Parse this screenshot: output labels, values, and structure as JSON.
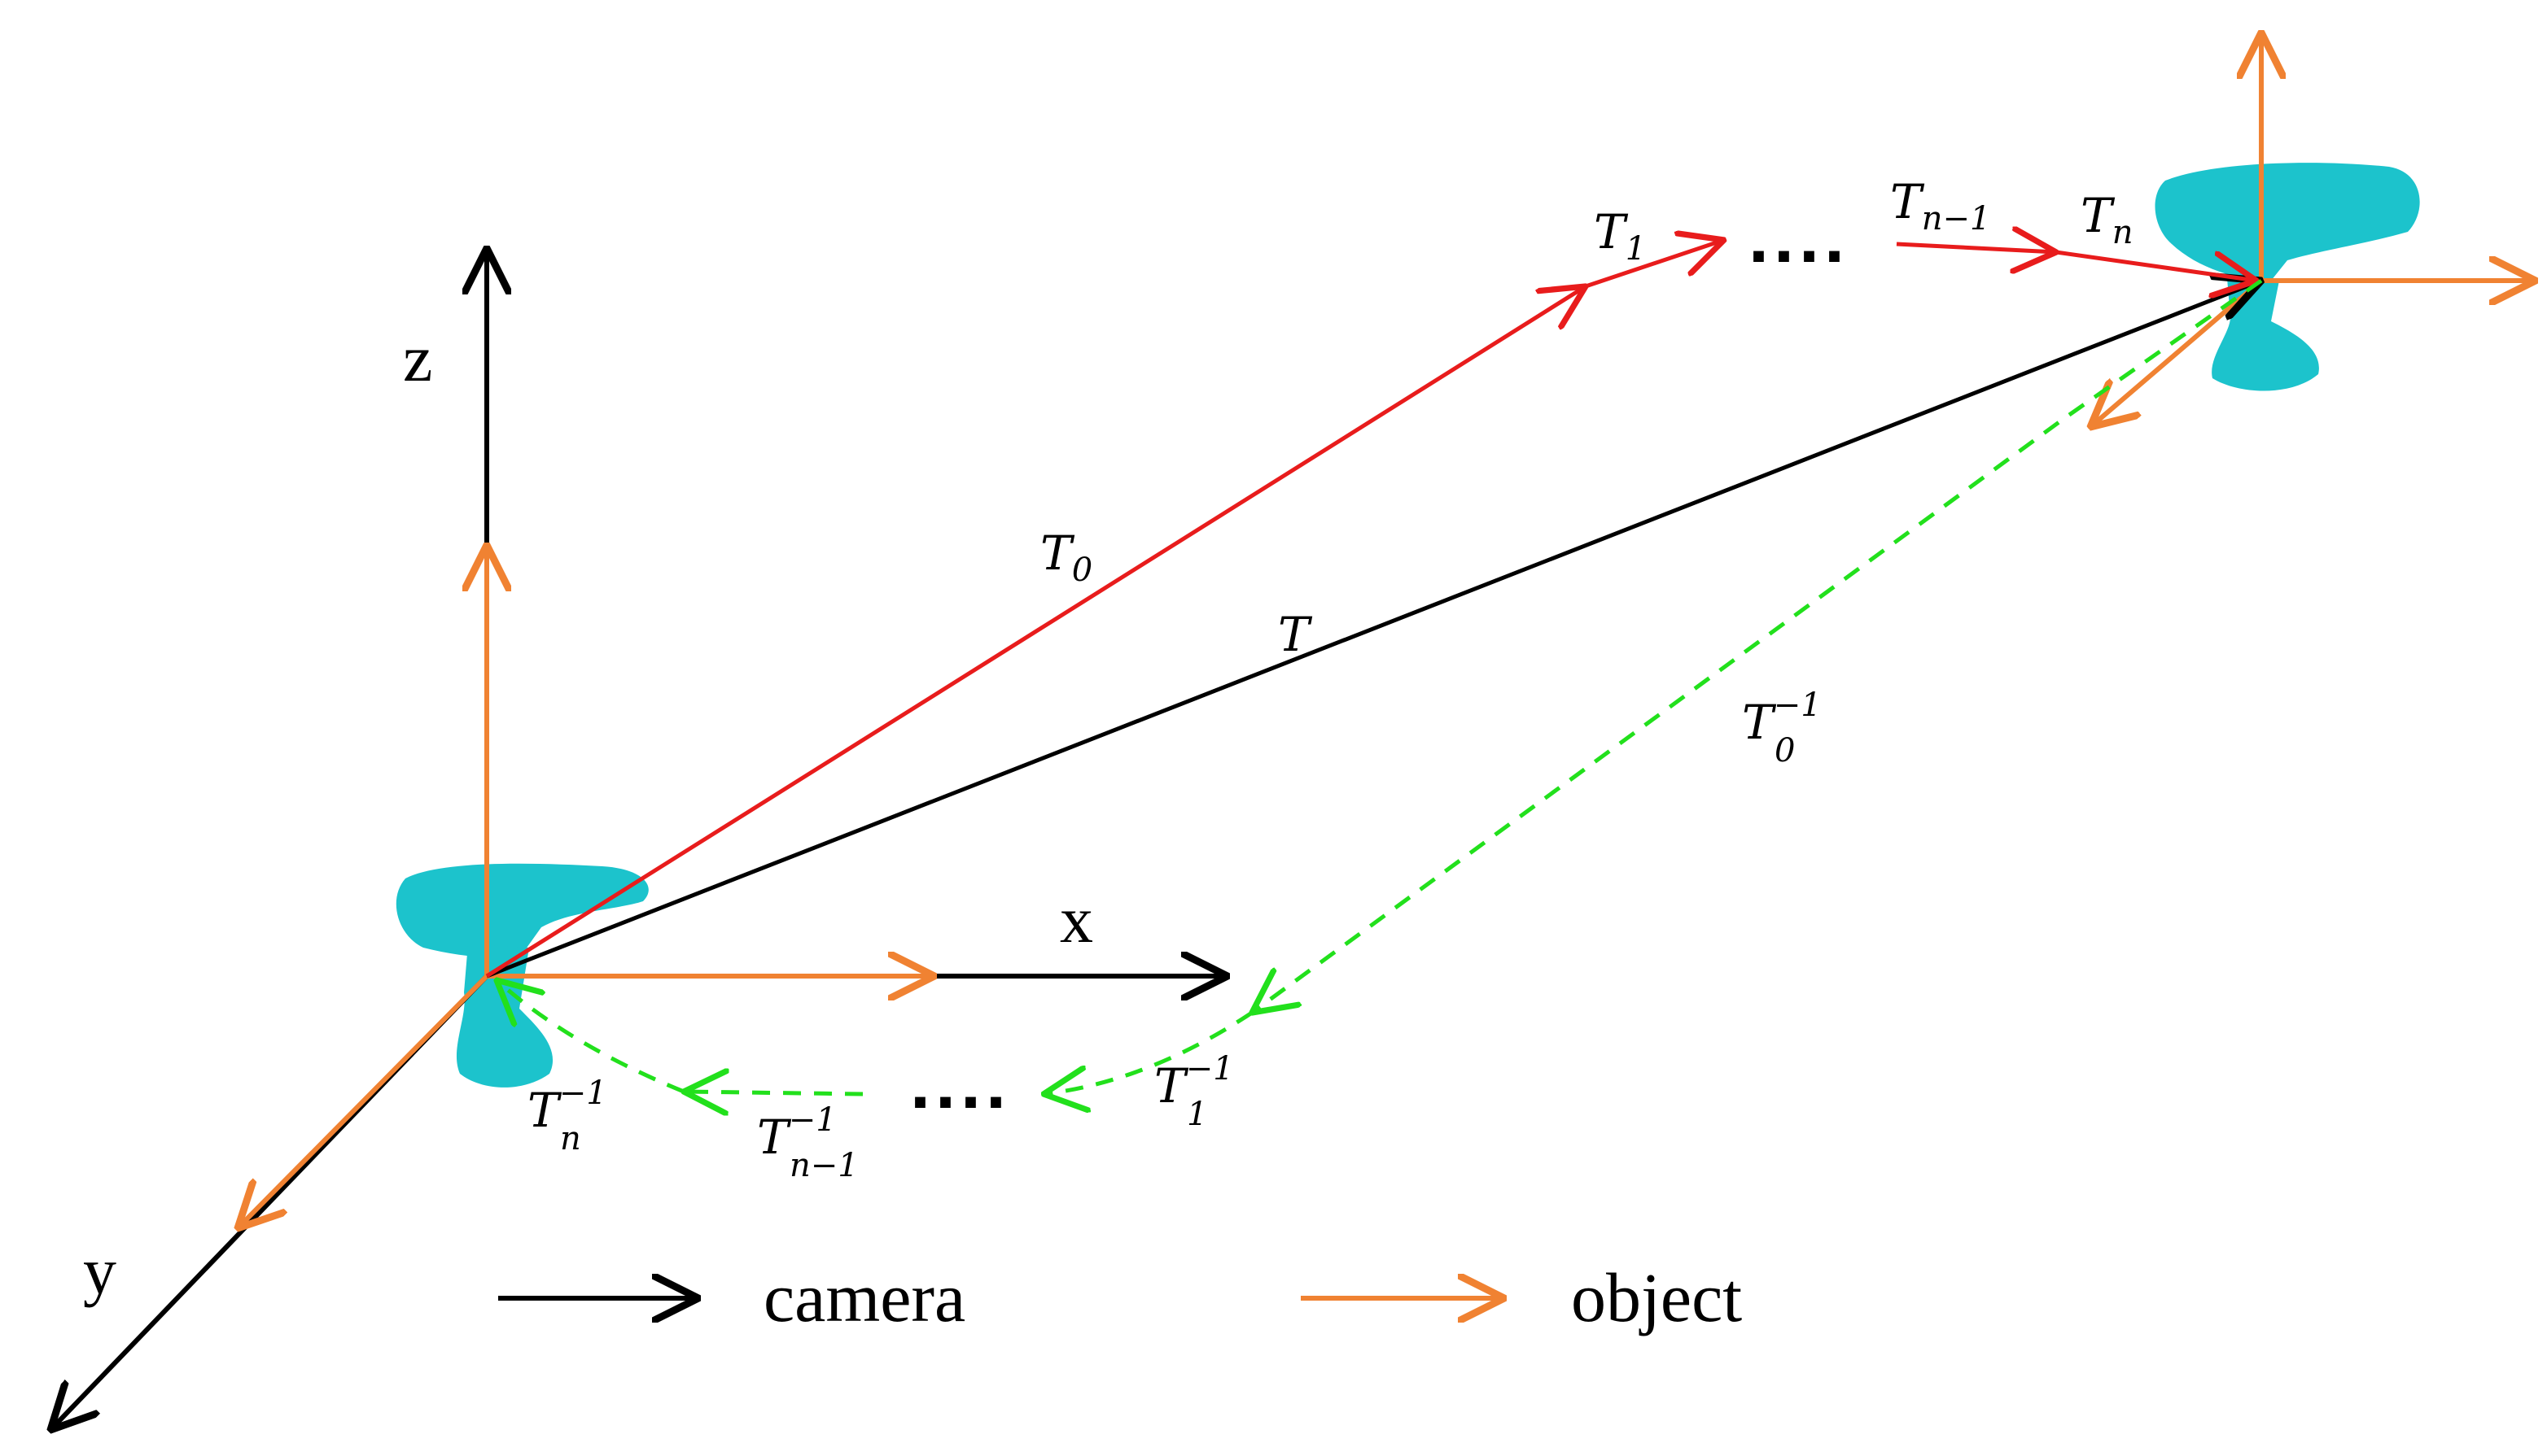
{
  "axes": {
    "x_label": "x",
    "y_label": "y",
    "z_label": "z"
  },
  "transforms": {
    "T": {
      "base": "T",
      "sub": "",
      "sup": ""
    },
    "T0": {
      "base": "T",
      "sub": "0",
      "sup": ""
    },
    "T1": {
      "base": "T",
      "sub": "1",
      "sup": ""
    },
    "Tn_minus_1": {
      "base": "T",
      "sub": "n−1",
      "sup": ""
    },
    "Tn": {
      "base": "T",
      "sub": "n",
      "sup": ""
    },
    "T0_inv": {
      "base": "T",
      "sub": "0",
      "sup": "−1"
    },
    "T1_inv": {
      "base": "T",
      "sub": "1",
      "sup": "−1"
    },
    "Tn_minus_1_inv": {
      "base": "T",
      "sub": "n−1",
      "sup": "−1"
    },
    "Tn_inv": {
      "base": "T",
      "sub": "n",
      "sup": "−1"
    }
  },
  "ellipsis": {
    "forward": "....",
    "inverse": "...."
  },
  "legend": {
    "camera_label": "camera",
    "object_label": "object"
  },
  "colors": {
    "camera": "#000000",
    "object": "#f08232",
    "forward_transform": "#e81c1c",
    "inverse_transform": "#22e01c",
    "point_cloud": "#1cc3cc"
  }
}
